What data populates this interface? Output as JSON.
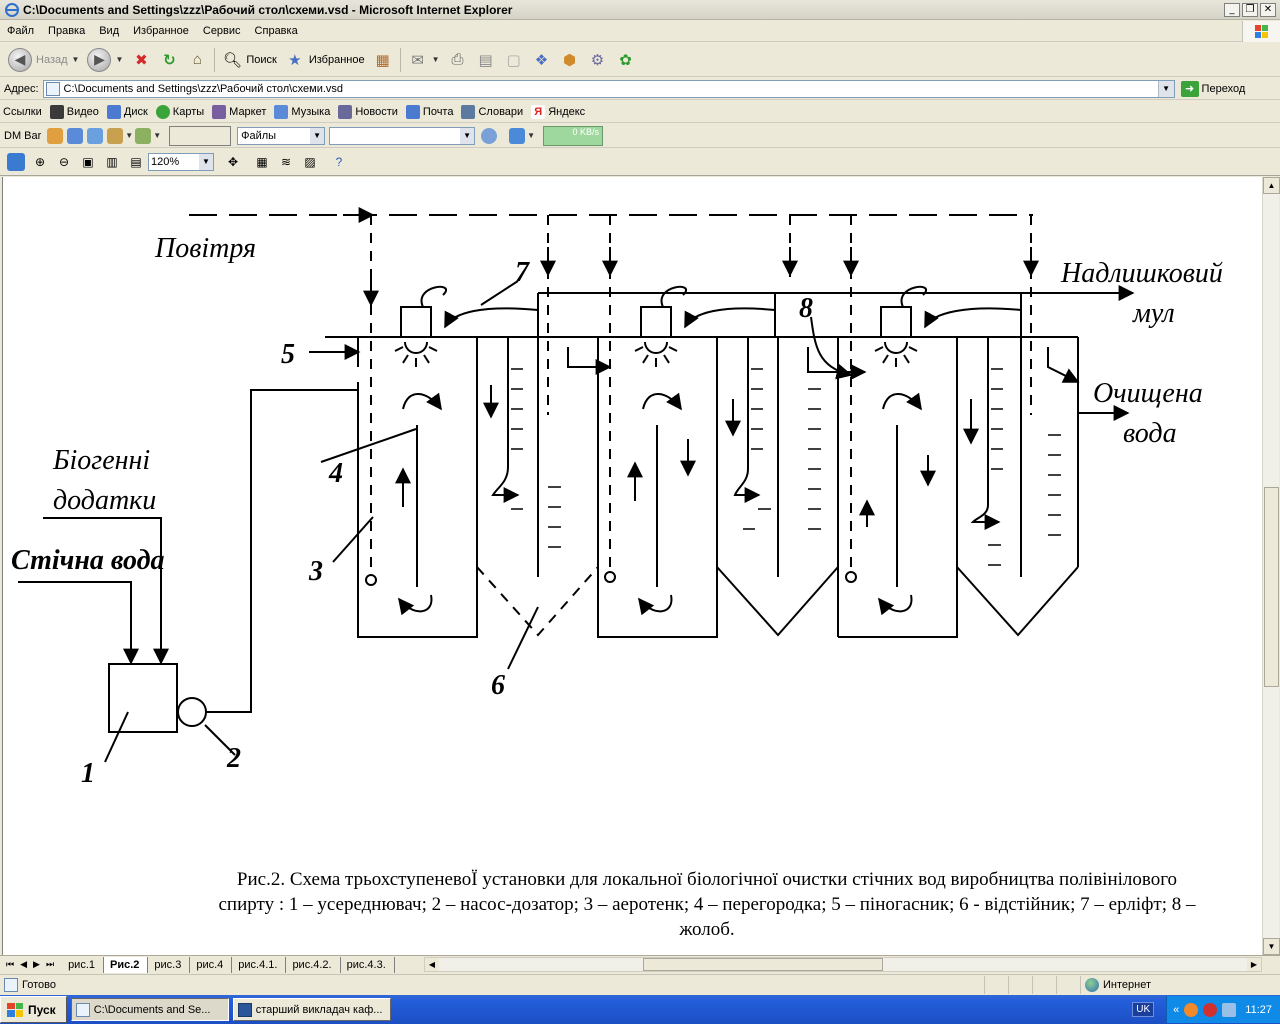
{
  "window": {
    "title": "C:\\Documents and Settings\\zzz\\Рабочий стол\\схеми.vsd - Microsoft Internet Explorer"
  },
  "menu": [
    "Файл",
    "Правка",
    "Вид",
    "Избранное",
    "Сервис",
    "Справка"
  ],
  "toolbar": {
    "back_label": "Назад",
    "search_label": "Поиск",
    "favorites_label": "Избранное"
  },
  "address": {
    "label": "Адрес:",
    "value": "C:\\Documents and Settings\\zzz\\Рабочий стол\\схеми.vsd",
    "go_label": "Переход"
  },
  "links": {
    "label": "Ссылки",
    "items": [
      {
        "label": "Видео",
        "color": "#3a3a3a"
      },
      {
        "label": "Диск",
        "color": "#4a7bd0"
      },
      {
        "label": "Карты",
        "color": "#3aa33a"
      },
      {
        "label": "Маркет",
        "color": "#7a5fa0"
      },
      {
        "label": "Музыка",
        "color": "#5a8ad8"
      },
      {
        "label": "Новости",
        "color": "#6a6a9a"
      },
      {
        "label": "Почта",
        "color": "#4a7bd0"
      },
      {
        "label": "Словари",
        "color": "#5a7aa0"
      },
      {
        "label": "Яндекс",
        "color": "#e02020"
      }
    ]
  },
  "dmbar": {
    "label": "DM Bar",
    "files_label": "Файлы",
    "speed": "0 KB/s"
  },
  "visio": {
    "zoom": "120%"
  },
  "diagram": {
    "labels": {
      "air": "Повітря",
      "nutrients_1": "Біогенні",
      "nutrients_2": "додатки",
      "wastewater": "Стічна вода",
      "sludge_1": "Надлишковий",
      "sludge_2": "мул",
      "clean_1": "Очищена",
      "clean_2": "вода"
    },
    "numbers": [
      "1",
      "2",
      "3",
      "4",
      "5",
      "6",
      "7",
      "8"
    ],
    "caption": "Рис.2. Схема трьохступеневоЇ установки для локальної біологічної очистки стічних вод виробництва полівінілового спирту : 1 – усереднювач; 2 – насос-дозатор; 3 – аеротенк; 4 – перегородка; 5 – піногасник; 6 - відстійник; 7 – ерліфт; 8 – жолоб."
  },
  "sheets": {
    "tabs": [
      "рис.1",
      "Рис.2",
      "рис.3",
      "рис.4",
      "рис.4.1.",
      "рис.4.2.",
      "рис.4.3."
    ],
    "active": 1
  },
  "status": {
    "text": "Готово",
    "zone": "Интернет"
  },
  "taskbar": {
    "start": "Пуск",
    "tasks": [
      "C:\\Documents and Se...",
      "старший викладач каф..."
    ],
    "lang": "UK",
    "clock": "11:27"
  }
}
